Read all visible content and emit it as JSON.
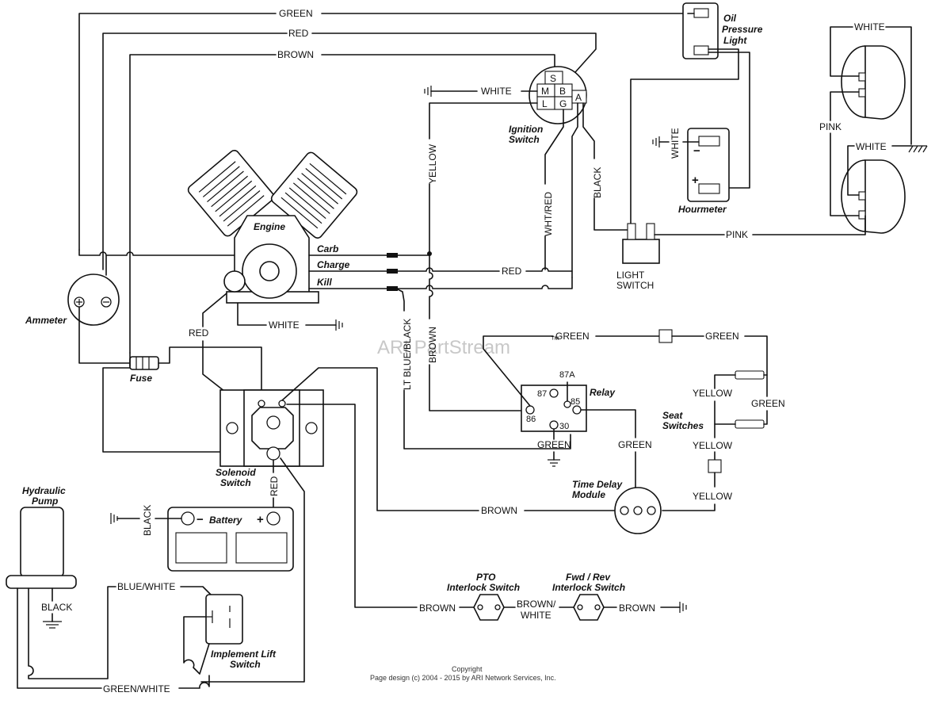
{
  "wires": {
    "green_top": "GREEN",
    "red_top": "RED",
    "brown_top": "BROWN",
    "white_ignition": "WHITE",
    "yellow": "YELLOW",
    "wht_red": "WHT/RED",
    "black_ignition": "BLACK",
    "red_charge": "RED",
    "white_hourmeter": "WHITE",
    "white_headlight_top": "WHITE",
    "pink_headlight": "PINK",
    "white_headlight_mid": "WHITE",
    "pink_lightswitch": "PINK",
    "white_engine": "WHITE",
    "red_engine": "RED",
    "lt_blue_black": "LT BLUE/BLACK",
    "brown_mid": "BROWN",
    "green_relay_left": "GREEN",
    "green_relay_right": "GREEN",
    "yellow_seat1": "YELLOW",
    "green_seat": "GREEN",
    "yellow_seat2": "YELLOW",
    "yellow_seat3": "YELLOW",
    "green_relay_ground": "GREEN",
    "green_tdm": "GREEN",
    "brown_tdm": "BROWN",
    "red_solenoid": "RED",
    "black_battery": "BLACK",
    "blue_white": "BLUE/WHITE",
    "black_pump": "BLACK",
    "brown_pto": "BROWN",
    "brown_white_1": "BROWN/",
    "brown_white_2": "WHITE",
    "brown_fwd": "BROWN",
    "green_white": "GREEN/WHITE"
  },
  "components": {
    "oil_pressure_1": "Oil",
    "oil_pressure_2": "Pressure",
    "oil_pressure_3": "Light",
    "ignition_1": "Ignition",
    "ignition_2": "Switch",
    "hourmeter": "Hourmeter",
    "engine": "Engine",
    "carb": "Carb",
    "charge": "Charge",
    "kill": "Kill",
    "light_switch_1": "LIGHT",
    "light_switch_2": "SWITCH",
    "ammeter": "Ammeter",
    "fuse": "Fuse",
    "relay": "Relay",
    "seat_1": "Seat",
    "seat_2": "Switches",
    "solenoid_1": "Solenoid",
    "solenoid_2": "Switch",
    "time_delay_1": "Time Delay",
    "time_delay_2": "Module",
    "hydraulic_1": "Hydraulic",
    "hydraulic_2": "Pump",
    "battery": "Battery",
    "pto_1": "PTO",
    "pto_2": "Interlock Switch",
    "fwd_1": "Fwd / Rev",
    "fwd_2": "Interlock Switch",
    "implement_1": "Implement Lift",
    "implement_2": "Switch"
  },
  "ignition_terminals": {
    "s": "S",
    "m": "M",
    "b": "B",
    "l": "L",
    "g": "G",
    "a": "A"
  },
  "relay_terminals": {
    "t87a": "87A",
    "t87": "87",
    "t85": "85",
    "t86": "86",
    "t30": "30"
  },
  "signs": {
    "minus": "−",
    "plus": "+"
  },
  "watermark": "ARI PartStream",
  "watermark_tm": "™",
  "copyright_1": "Copyright",
  "copyright_2": "Page design (c) 2004 - 2015 by ARI Network Services, Inc."
}
